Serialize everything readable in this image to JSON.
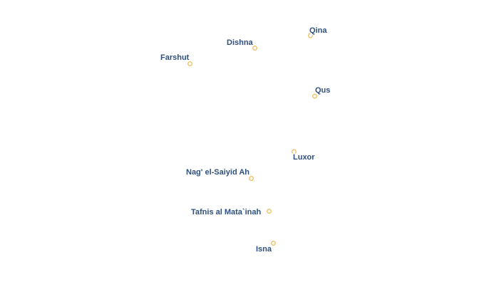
{
  "map": {
    "style": {
      "dot_color": "#f0c060",
      "label_color": "#2f4f7f",
      "label_halo": "#ffffff",
      "background": "#ffffff"
    },
    "places": [
      {
        "id": "qina",
        "name": "Qina"
      },
      {
        "id": "dishna",
        "name": "Dishna"
      },
      {
        "id": "farshut",
        "name": "Farshut"
      },
      {
        "id": "qus",
        "name": "Qus"
      },
      {
        "id": "luxor",
        "name": "Luxor"
      },
      {
        "id": "nag-el-saiyid-ah",
        "name": "Nag' el-Saiyid Ah"
      },
      {
        "id": "tafnis-al-mataanah",
        "name": "Tafnis al Mata`inah"
      },
      {
        "id": "isna",
        "name": "Isna"
      }
    ]
  }
}
